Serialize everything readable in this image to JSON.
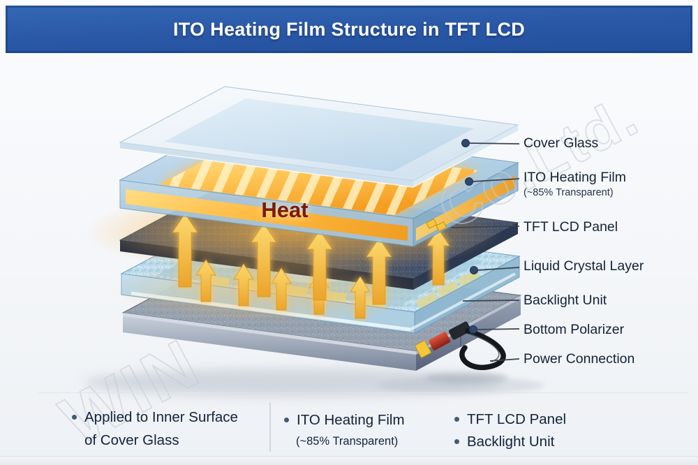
{
  "header": {
    "title": "ITO Heating Film Structure in TFT LCD"
  },
  "diagram": {
    "heat_label": "Heat",
    "layer_labels": [
      {
        "text": "Cover Glass"
      },
      {
        "text": "ITO Heating Film",
        "sub": "(~85% Transparent)"
      },
      {
        "text": "TFT LCD Panel"
      },
      {
        "text": "Liquid Crystal Layer"
      },
      {
        "text": "Backlight Unit"
      },
      {
        "text": "Bottom Polarizer"
      },
      {
        "text": "Power Connection"
      }
    ],
    "watermark": {
      "bottom_left": "WIN",
      "top_right": "Co.Ltd."
    }
  },
  "footer": {
    "columns": [
      {
        "lines": [
          "Applied to Inner Surface",
          "of Cover Glass"
        ]
      },
      {
        "lines": [
          "ITO Heating Film",
          "(~85% Transparent)"
        ]
      },
      {
        "lines": [
          "TFT LCD Panel",
          "Backlight Unit"
        ]
      }
    ]
  },
  "colors": {
    "banner_blue": "#2a58a6",
    "label_navy": "#152238",
    "heat_red": "#7a190b",
    "arrow_gold": "#f2b63c",
    "glow_orange": "#ffb43c"
  }
}
